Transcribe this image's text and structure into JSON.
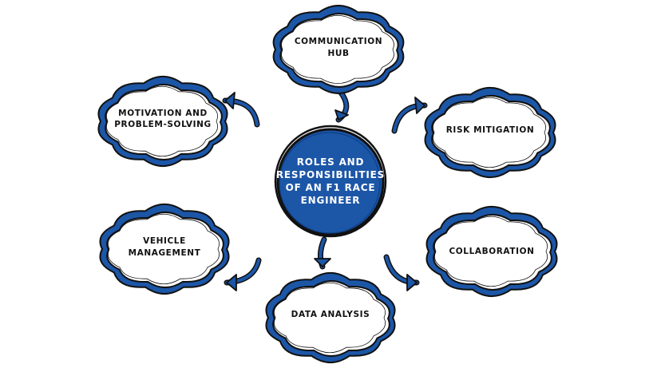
{
  "center": {
    "lines": [
      "ROLES AND",
      "RESPONSIBILITIES",
      "OF AN F1 RACE",
      "ENGINEER"
    ]
  },
  "nodes": [
    {
      "id": "communication-hub",
      "lines": [
        "COMMUNICATION",
        "HUB"
      ]
    },
    {
      "id": "motivation",
      "lines": [
        "MOTIVATION AND",
        "PROBLEM-SOLVING"
      ]
    },
    {
      "id": "risk-mitigation",
      "lines": [
        "RISK MITIGATION"
      ]
    },
    {
      "id": "vehicle-management",
      "lines": [
        "VEHICLE",
        "MANAGEMENT"
      ]
    },
    {
      "id": "collaboration",
      "lines": [
        "COLLABORATION"
      ]
    },
    {
      "id": "data-analysis",
      "lines": [
        "DATA ANALYSIS"
      ]
    }
  ],
  "colors": {
    "primary_blue": "#1c56a7",
    "outline": "#111111",
    "cloud_fill": "#ffffff",
    "background": "#ffffff"
  }
}
